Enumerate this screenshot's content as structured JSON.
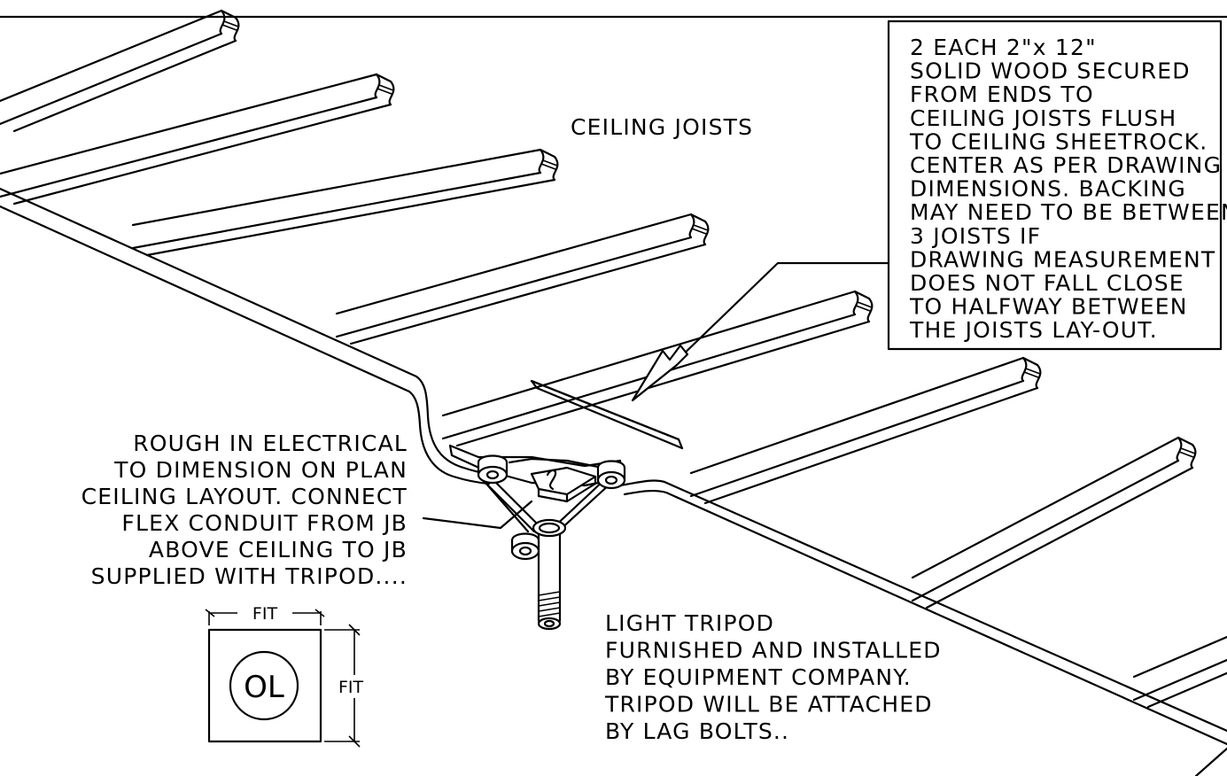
{
  "labels": {
    "ceiling_joists": "CEILING JOISTS",
    "backing_note": [
      "2 EACH 2\"x 12\"",
      "SOLID WOOD SECURED",
      "FROM ENDS TO",
      "CEILING JOISTS FLUSH",
      "TO CEILING SHEETROCK.",
      "CENTER AS PER DRAWING",
      "DIMENSIONS.  BACKING",
      "MAY NEED TO BE BETWEEN",
      "3 JOISTS IF",
      "DRAWING MEASUREMENT",
      "DOES NOT FALL CLOSE",
      "TO HALFWAY BETWEEN",
      "THE JOISTS LAY-OUT."
    ],
    "electrical_note": [
      "ROUGH IN ELECTRICAL",
      "TO DIMENSION ON PLAN",
      "CEILING LAYOUT. CONNECT",
      "FLEX CONDUIT FROM JB",
      "ABOVE CEILING TO JB",
      "SUPPLIED WITH TRIPOD...."
    ],
    "tripod_note": [
      "LIGHT TRIPOD",
      "FURNISHED AND INSTALLED",
      "BY EQUIPMENT COMPANY.",
      "TRIPOD WILL BE ATTACHED",
      "BY LAG BOLTS.."
    ],
    "fit_horizontal": "FIT",
    "fit_vertical": "FIT",
    "ol_symbol": "OL"
  }
}
